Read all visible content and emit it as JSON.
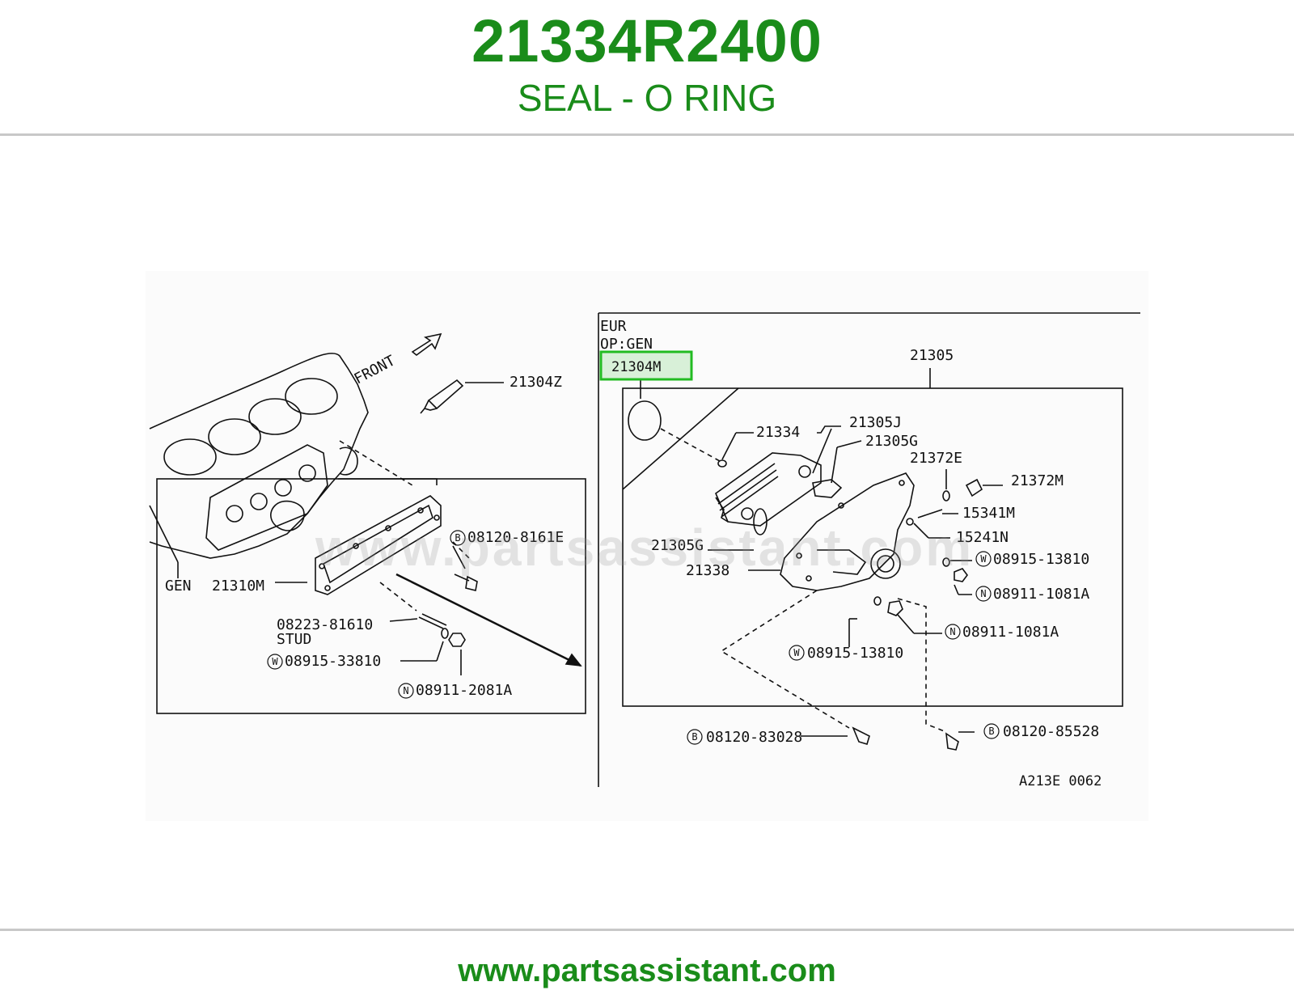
{
  "header": {
    "part_number": "21334R2400",
    "part_name": "SEAL - O RING"
  },
  "watermark": "www.partsassistant.com",
  "footer": {
    "url": "www.partsassistant.com"
  },
  "diagram": {
    "highlight_color": "#22bb22",
    "highlighted_part": "21304M",
    "labels": {
      "front": "FRONT",
      "p21304z": "21304Z",
      "eur": "EUR",
      "opgen": "OP:GEN",
      "p21304m": "21304M",
      "p21305": "21305",
      "p21334": "21334",
      "p21305j": "21305J",
      "p21305g_top": "21305G",
      "p21372e": "21372E",
      "p21372m": "21372M",
      "p15341m": "15341M",
      "p15241n": "15241N",
      "p21305g_left": "21305G",
      "p21338": "21338",
      "w_08915_13810_a": "08915-13810",
      "n_08911_1081a_a": "08911-1081A",
      "n_08911_1081a_b": "08911-1081A",
      "w_08915_13810_b": "08915-13810",
      "b_08120_83028": "08120-83028",
      "b_08120_85528": "08120-85528",
      "fig_code": "A213E 0062",
      "b_08120_8161e": "08120-8161E",
      "gen": "GEN",
      "p21310m": "21310M",
      "p08223_81610": "08223-81610",
      "stud": "STUD",
      "w_08915_33810": "08915-33810",
      "n_08911_2081a": "08911-2081A",
      "circle_b": "B",
      "circle_w": "W",
      "circle_n": "N"
    }
  }
}
